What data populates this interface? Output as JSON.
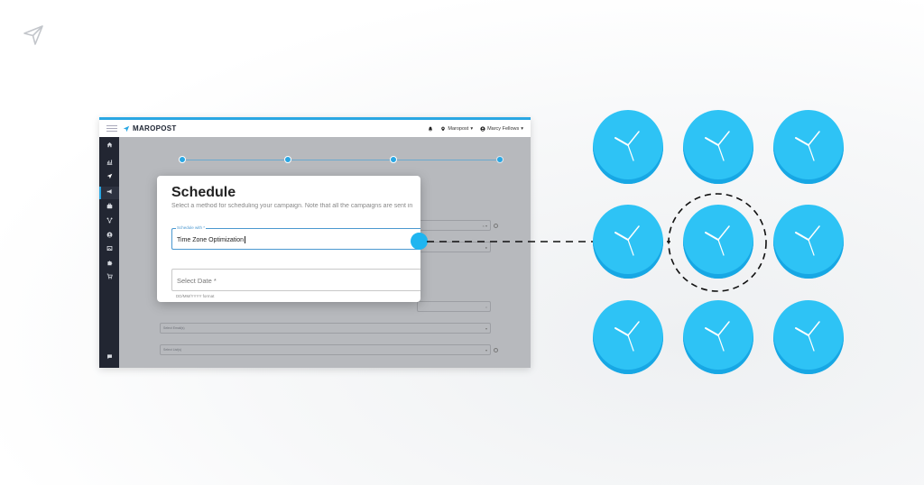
{
  "app": {
    "brand": "MAROPOST",
    "account": "Maropost",
    "user": "Marcy Fellows"
  },
  "background_form": {
    "select_email_placeholder": "Select Email(s)",
    "select_list_placeholder": "Select List(s)"
  },
  "schedule_modal": {
    "title": "Schedule",
    "description": "Select a method for scheduling your campaign. Note that all the campaigns are sent in",
    "schedule_with_label": "Schedule with *",
    "schedule_with_value": "Time Zone Optimization",
    "date_placeholder": "Select Date *",
    "date_hint": "DD/MM/YYYY format"
  },
  "colors": {
    "accent": "#2aa7e3",
    "clock": "#2ec3f5",
    "sidebar": "#222632"
  },
  "icons": {
    "corner": "send-arrow-icon",
    "sidebar": [
      "home-icon",
      "chart-icon",
      "send-icon",
      "megaphone-icon",
      "briefcase-icon",
      "workflow-icon",
      "user-circle-icon",
      "gallery-icon",
      "puzzle-icon",
      "cart-icon",
      "chat-icon"
    ]
  }
}
